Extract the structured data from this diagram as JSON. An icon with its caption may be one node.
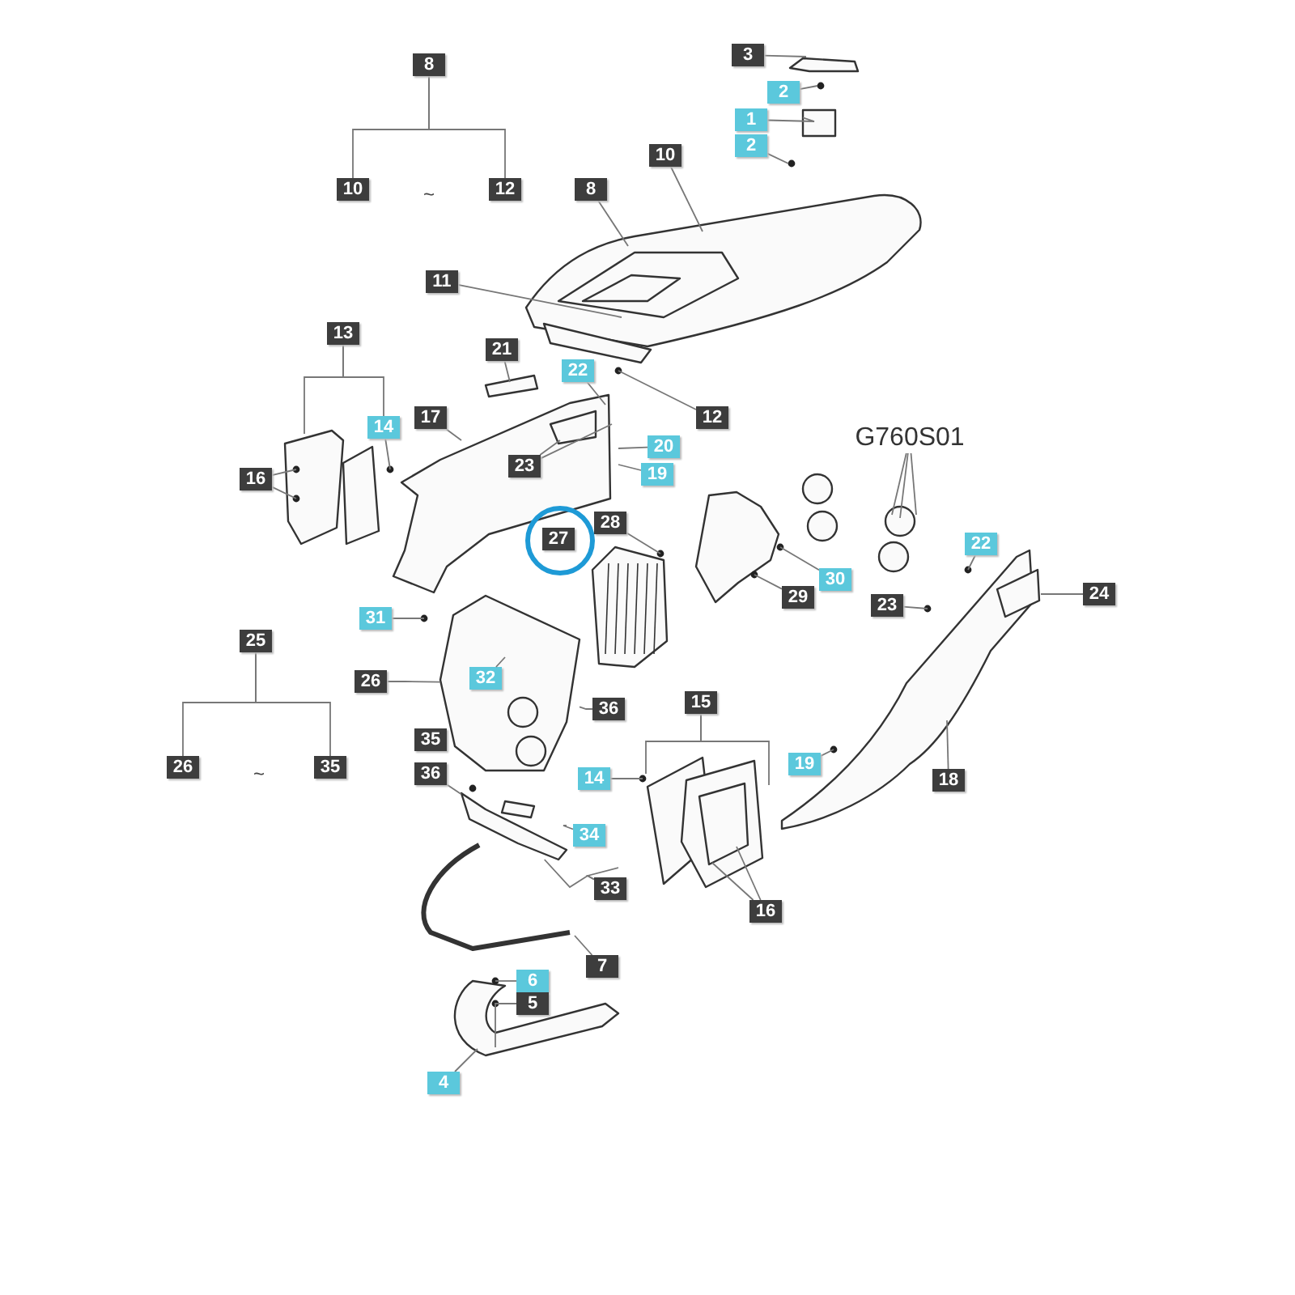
{
  "diagram": {
    "nodes": [
      {
        "text": [
          "8"
        ]
      },
      {
        "text": [
          "10"
        ]
      },
      {
        "text": [
          "12"
        ]
      },
      {
        "text": [
          "3"
        ]
      },
      {
        "text": [
          "2"
        ]
      },
      {
        "text": [
          "1"
        ]
      },
      {
        "text": [
          "2"
        ]
      },
      {
        "text": [
          "10"
        ]
      },
      {
        "text": [
          "8"
        ]
      },
      {
        "text": [
          "11"
        ]
      },
      {
        "text": [
          "13"
        ]
      },
      {
        "text": [
          "21"
        ]
      },
      {
        "text": [
          "22"
        ]
      },
      {
        "text": [
          "14"
        ]
      },
      {
        "text": [
          "17"
        ]
      },
      {
        "text": [
          "12"
        ]
      },
      {
        "text": [
          "23"
        ]
      },
      {
        "text": [
          "20"
        ]
      },
      {
        "text": [
          "19"
        ]
      },
      {
        "text": [
          "16"
        ]
      },
      {
        "text": [
          "G760S01"
        ]
      },
      {
        "text": [
          "28"
        ]
      },
      {
        "text": [
          "22"
        ]
      },
      {
        "text": [
          "30"
        ]
      },
      {
        "text": [
          "29"
        ]
      },
      {
        "text": [
          "24"
        ]
      },
      {
        "text": [
          "23"
        ]
      },
      {
        "text": [
          "31"
        ]
      },
      {
        "text": [
          "25"
        ]
      },
      {
        "text": [
          "26"
        ]
      },
      {
        "text": [
          "32"
        ],
        "in": 46
      },
      {
        "text": [
          "15"
        ]
      },
      {
        "text": [
          "36"
        ]
      },
      {
        "text": [
          "26"
        ]
      },
      {
        "text": [
          "35"
        ]
      },
      {
        "text": [
          "19"
        ]
      },
      {
        "text": [
          "36"
        ]
      },
      {
        "text": [
          "14"
        ]
      },
      {
        "text": [
          "18"
        ]
      },
      {
        "text": [
          "34"
        ]
      },
      {
        "text": [
          "33"
        ]
      },
      {
        "text": [
          "16"
        ]
      },
      {
        "text": [
          "7"
        ]
      },
      {
        "text": [
          "6"
        ]
      },
      {
        "text": [
          "5"
        ]
      },
      {
        "text": [
          "4"
        ]
      },
      {
        "text": [],
        "shape": "picture"
      },
      {
        "text": [],
        "shape": "picture"
      },
      {
        "text": [
          "27"
        ]
      },
      {
        "text": [
          "35"
        ]
      },
      {
        "text": [],
        "shape": "box"
      }
    ],
    "edges": [
      {
        "from": 0,
        "to": 1,
        "arrow": "none"
      },
      {
        "from": 0,
        "to": 2,
        "arrow": "none"
      },
      {
        "from": 3,
        "to": null,
        "arrow": "none"
      },
      {
        "from": 4,
        "to": null,
        "arrow": "none"
      },
      {
        "from": 5,
        "to": 50,
        "arrow": "none"
      },
      {
        "from": 6,
        "to": null,
        "arrow": "none"
      },
      {
        "from": 7,
        "to": null,
        "arrow": "none"
      },
      {
        "from": 8,
        "to": null,
        "arrow": "none"
      },
      {
        "from": 9,
        "to": null,
        "arrow": "none"
      },
      {
        "from": 10,
        "to": null,
        "arrow": "none"
      },
      {
        "from": 10,
        "to": 13,
        "arrow": "none"
      },
      {
        "from": 11,
        "to": null,
        "arrow": "none"
      },
      {
        "from": 12,
        "to": null,
        "arrow": "none"
      },
      {
        "from": 13,
        "to": null,
        "arrow": "none"
      },
      {
        "from": 14,
        "to": null,
        "arrow": "none"
      },
      {
        "from": 15,
        "to": null,
        "arrow": "none"
      },
      {
        "from": 16,
        "to": null,
        "arrow": "none"
      },
      {
        "from": 16,
        "to": null,
        "arrow": "none"
      },
      {
        "from": 17,
        "to": null,
        "arrow": "none"
      },
      {
        "from": 18,
        "to": null,
        "arrow": "none"
      },
      {
        "from": 19,
        "to": null,
        "arrow": "none"
      },
      {
        "from": 19,
        "to": null,
        "arrow": "none"
      },
      {
        "from": 20,
        "to": null,
        "arrow": "none"
      },
      {
        "from": 20,
        "to": null,
        "arrow": "none"
      },
      {
        "from": 20,
        "to": null,
        "arrow": "none"
      },
      {
        "from": 21,
        "to": null,
        "arrow": "none"
      },
      {
        "from": 22,
        "to": null,
        "arrow": "none"
      },
      {
        "from": 23,
        "to": null,
        "arrow": "none"
      },
      {
        "from": 24,
        "to": null,
        "arrow": "none"
      },
      {
        "from": 25,
        "to": null,
        "arrow": "none"
      },
      {
        "from": 26,
        "to": null,
        "arrow": "none"
      },
      {
        "from": 27,
        "to": null,
        "arrow": "none"
      },
      {
        "from": 28,
        "to": 33,
        "arrow": "none"
      },
      {
        "from": 28,
        "to": 34,
        "arrow": "none"
      },
      {
        "from": 29,
        "to": 46,
        "arrow": "none"
      },
      {
        "from": 30,
        "to": 46,
        "arrow": "none"
      },
      {
        "from": 31,
        "to": null,
        "arrow": "none"
      },
      {
        "from": 31,
        "to": null,
        "arrow": "none"
      },
      {
        "from": 32,
        "to": 46,
        "arrow": "none"
      },
      {
        "from": 35,
        "to": null,
        "arrow": "none"
      },
      {
        "from": 36,
        "to": 47,
        "arrow": "none"
      },
      {
        "from": 37,
        "to": null,
        "arrow": "none"
      },
      {
        "from": 38,
        "to": null,
        "arrow": "none"
      },
      {
        "from": 39,
        "to": 47,
        "arrow": "none"
      },
      {
        "from": 40,
        "to": 47,
        "arrow": "none"
      },
      {
        "from": 40,
        "to": null,
        "arrow": "none"
      },
      {
        "from": 41,
        "to": null,
        "arrow": "none"
      },
      {
        "from": 41,
        "to": null,
        "arrow": "none"
      },
      {
        "from": 42,
        "to": null,
        "arrow": "none"
      },
      {
        "from": 43,
        "to": null,
        "arrow": "none"
      },
      {
        "from": 44,
        "to": null,
        "arrow": "none"
      },
      {
        "from": 45,
        "to": null,
        "arrow": "none"
      }
    ],
    "labels": [
      "~",
      "~"
    ]
  }
}
